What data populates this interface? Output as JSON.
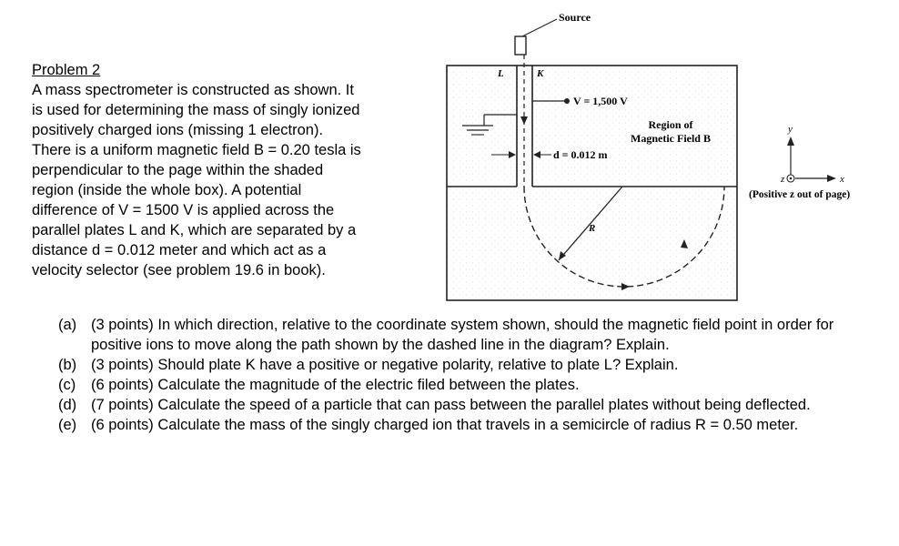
{
  "problem": {
    "title": "Problem 2",
    "body": [
      "A mass spectrometer is constructed as shown. It",
      "is used for determining the mass of singly ionized",
      "positively charged ions (missing 1 electron).",
      "There is a uniform magnetic field B = 0.20 tesla is",
      "perpendicular to the page within the shaded",
      "region (inside the whole box). A potential",
      "difference of V = 1500 V is applied across the",
      "parallel plates L and K, which are separated by a",
      "distance d = 0.012 meter and which act as a",
      "velocity selector (see problem 19.6 in book)."
    ]
  },
  "figure": {
    "source_label": "Source",
    "plate_L": "L",
    "plate_K": "K",
    "voltage": "V = 1,500 V",
    "distance": "d = 0.012 m",
    "region_line1": "Region of",
    "region_line2": "Magnetic Field B",
    "radius": "R",
    "axis_y": "y",
    "axis_x": "x",
    "axis_z": "z",
    "positive_z": "(Positive z out of page)"
  },
  "parts": [
    {
      "label": "(a)",
      "text": "(3 points) In which direction, relative to the coordinate system shown, should the magnetic field point in order for positive ions to move along the path shown by the dashed line in the diagram? Explain."
    },
    {
      "label": "(b)",
      "text": "(3 points) Should plate K have a positive or negative polarity, relative to plate L? Explain."
    },
    {
      "label": "(c)",
      "text": "(6 points) Calculate the magnitude of the electric filed between the plates."
    },
    {
      "label": "(d)",
      "text": "(7 points) Calculate the speed of a particle that can pass between the parallel plates without being deflected."
    },
    {
      "label": "(e)",
      "text": "(6 points) Calculate the mass of the singly charged ion that travels in a semicircle of radius R = 0.50 meter."
    }
  ]
}
